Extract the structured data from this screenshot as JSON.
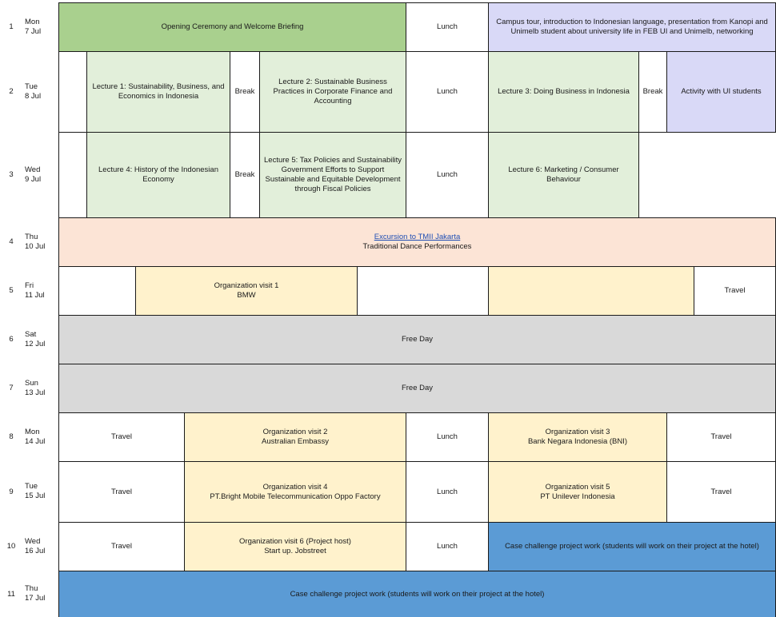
{
  "rows": [
    {
      "num": "1",
      "dow": "Mon",
      "date": "7 Jul"
    },
    {
      "num": "2",
      "dow": "Tue",
      "date": "8 Jul"
    },
    {
      "num": "3",
      "dow": "Wed",
      "date": "9 Jul"
    },
    {
      "num": "4",
      "dow": "Thu",
      "date": "10 Jul"
    },
    {
      "num": "5",
      "dow": "Fri",
      "date": "11 Jul"
    },
    {
      "num": "6",
      "dow": "Sat",
      "date": "12 Jul"
    },
    {
      "num": "7",
      "dow": "Sun",
      "date": "13 Jul"
    },
    {
      "num": "8",
      "dow": "Mon",
      "date": "14 Jul"
    },
    {
      "num": "9",
      "dow": "Tue",
      "date": "15 Jul"
    },
    {
      "num": "10",
      "dow": "Wed",
      "date": "16 Jul"
    },
    {
      "num": "11",
      "dow": "Thu",
      "date": "17 Jul"
    }
  ],
  "cells": {
    "r1_opening": "Opening Ceremony and Welcome Briefing",
    "r1_lunch": "Lunch",
    "r1_campus": "Campus tour, introduction to Indonesian language, presentation from Kanopi and Unimelb student about university life in FEB UI and Unimelb, networking",
    "r2_lecture1": "Lecture 1: Sustainability, Business, and Economics in Indonesia",
    "r2_break1": "Break",
    "r2_lecture2": "Lecture 2: Sustainable Business Practices in Corporate Finance and Accounting",
    "r2_lunch": "Lunch",
    "r2_lecture3": "Lecture 3: Doing Business in Indonesia",
    "r2_break2": "Break",
    "r2_activity": "Activity with UI students",
    "r3_lecture4": "Lecture 4: History of the Indonesian Economy",
    "r3_break": "Break",
    "r3_lecture5": "Lecture 5: Tax Policies and Sustainability Government Efforts to Support Sustainable and Equitable Development through Fiscal Policies",
    "r3_lunch": "Lunch",
    "r3_lecture6": "Lecture 6: Marketing / Consumer Behaviour",
    "r4_excursion": "Excursion to TMII Jakarta",
    "r4_dance": "Traditional Dance Performances",
    "r5_visit1_line1": "Organization visit 1",
    "r5_visit1_line2": "BMW",
    "r5_travel": "Travel",
    "r6_free": "Free Day",
    "r7_free": "Free Day",
    "r8_travel1": "Travel",
    "r8_visit2_line1": "Organization visit 2",
    "r8_visit2_line2": "Australian Embassy",
    "r8_lunch": "Lunch",
    "r8_visit3_line1": "Organization visit 3",
    "r8_visit3_line2": "Bank Negara Indonesia (BNI)",
    "r8_travel2": "Travel",
    "r9_travel1": "Travel",
    "r9_visit4_line1": "Organization visit 4",
    "r9_visit4_line2": "PT.Bright Mobile Telecommunication Oppo Factory",
    "r9_lunch": "Lunch",
    "r9_visit5_line1": "Organization visit 5",
    "r9_visit5_line2": "PT Unilever Indonesia",
    "r9_travel2": "Travel",
    "r10_travel": "Travel",
    "r10_visit6_line1": "Organization visit 6 (Project host)",
    "r10_visit6_line2": "Start up. Jobstreet",
    "r10_lunch": "Lunch",
    "r10_case": "Case challenge project work (students will work on their project at the hotel)",
    "r11_case": "Case challenge project work (students will work on their project at the hotel)"
  }
}
